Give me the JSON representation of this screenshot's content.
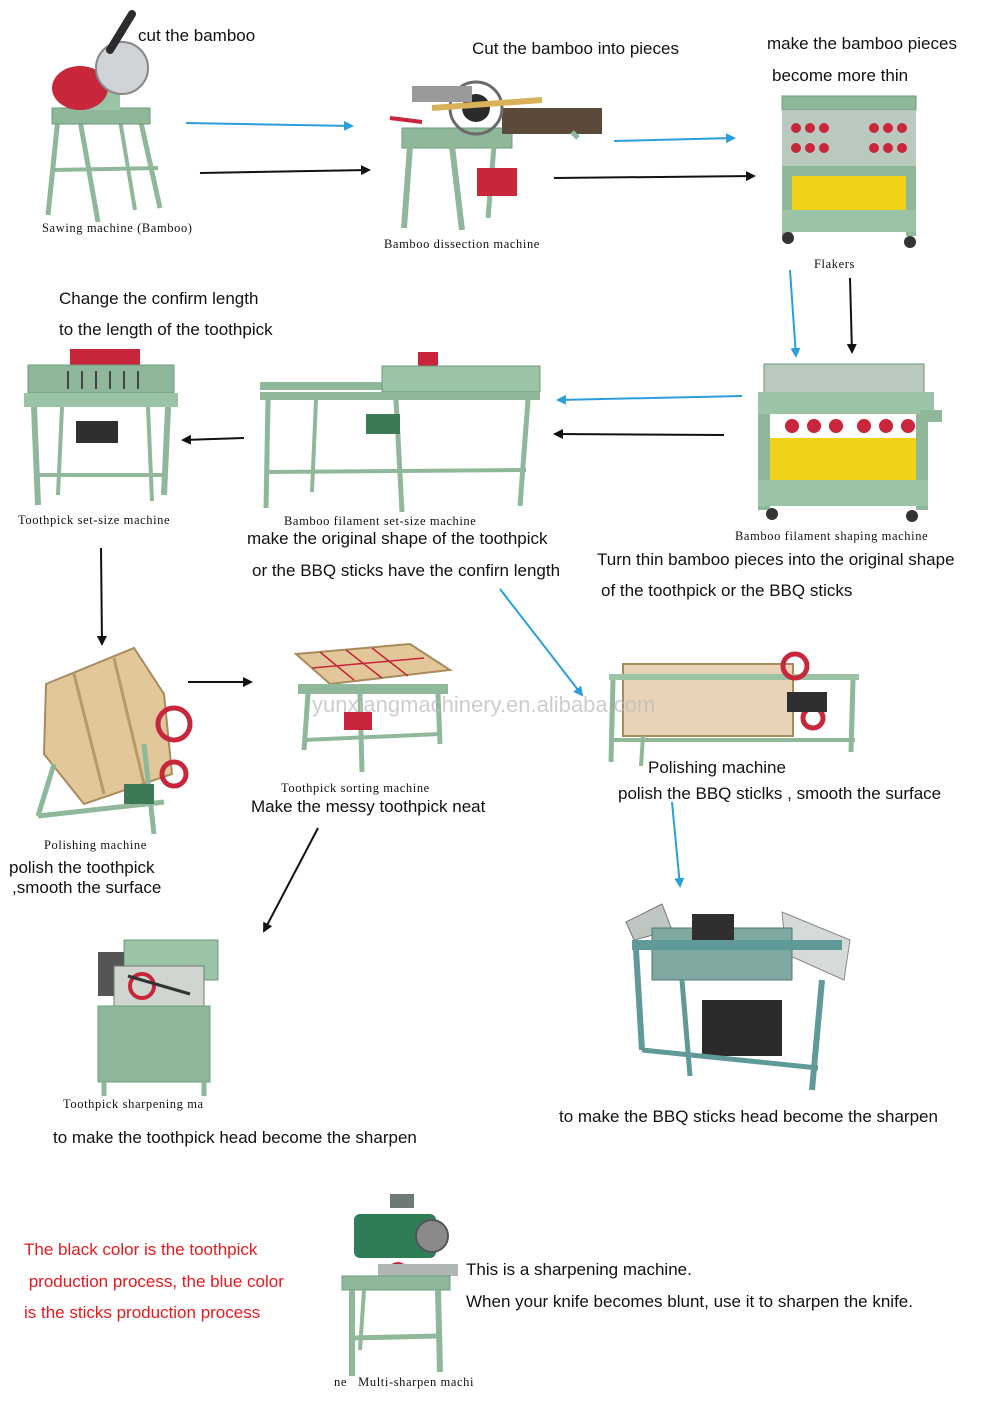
{
  "colors": {
    "toothpick_process": "#111111",
    "sticks_process": "#2a9fdc",
    "note": "#e8191e",
    "machine_green": "#8fb89a",
    "machine_red": "#c8263a",
    "tray_yellow": "#f1d21a",
    "wood": "#e2c79a"
  },
  "machines": {
    "sawing": {
      "caption": "Sawing machine (Bamboo)",
      "description": "cut the bamboo"
    },
    "dissection": {
      "caption": "Bamboo dissection machine",
      "description": "Cut the bamboo into pieces"
    },
    "flakers": {
      "caption": "Flakers",
      "description_lines": [
        "make the bamboo pieces",
        "become more thin"
      ]
    },
    "shaping": {
      "caption": "Bamboo filament shaping machine",
      "description_lines": [
        "Turn thin bamboo pieces into the original shape",
        "of the toothpick or the BBQ sticks"
      ]
    },
    "filament_set_size": {
      "caption": "Bamboo filament set-size machine",
      "description_lines": [
        "make the original shape of the toothpick",
        "or the BBQ sticks have the confirn length"
      ]
    },
    "toothpick_set_size": {
      "caption": "Toothpick set-size machine",
      "description_lines": [
        "Change the confirm length",
        "to the length of the toothpick"
      ]
    },
    "toothpick_polishing": {
      "caption": "Polishing machine",
      "description_lines": [
        "polish the toothpick",
        ",smooth the surface"
      ]
    },
    "sorting": {
      "caption": "Toothpick sorting machine",
      "description": "Make the messy toothpick neat"
    },
    "bbq_polishing": {
      "caption": "Polishing machine",
      "description": "polish the BBQ sticlks , smooth the surface"
    },
    "toothpick_sharpening": {
      "caption": "Toothpick sharpening ma",
      "description": "to make the toothpick head become the sharpen"
    },
    "bbq_sharpening": {
      "description": "to make the BBQ sticks head become the sharpen"
    },
    "multi_sharpen": {
      "caption": "ne   Multi-sharpen machi",
      "description_lines": [
        "This is a sharpening machine.",
        "When your knife becomes blunt, use it to sharpen the knife."
      ]
    }
  },
  "note_lines": [
    "The black color is the toothpick",
    " production process, the blue color",
    "is the sticks production process"
  ],
  "watermark": "yunxiangmachinery.en.alibaba.com"
}
